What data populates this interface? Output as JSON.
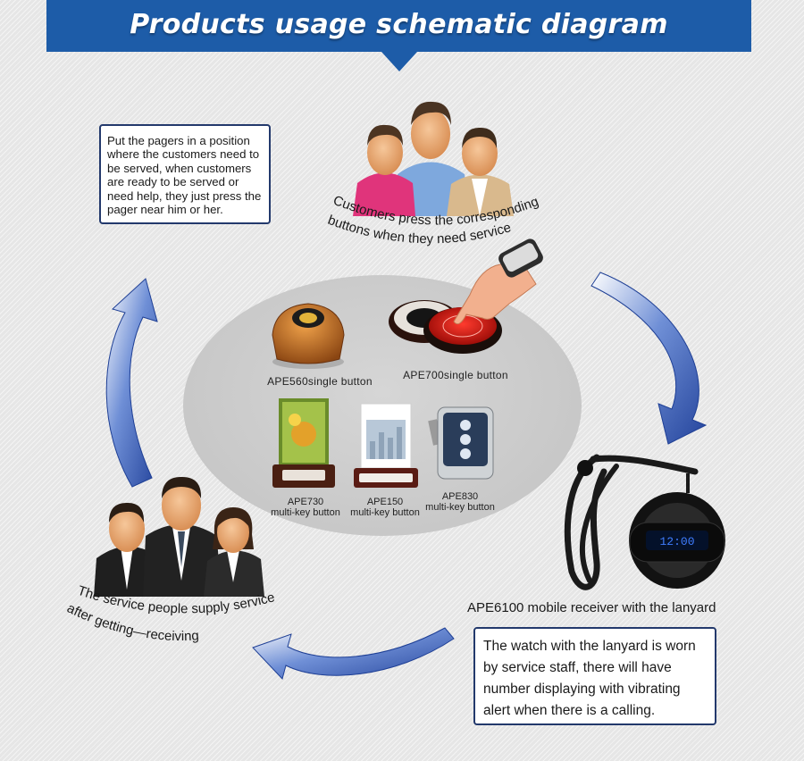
{
  "banner": {
    "title": "Products usage schematic diagram"
  },
  "notes": {
    "top_left": "Put the pagers in a position where the customers need to be served, when customers are ready to be served or need help, they just press the pager near him or her.",
    "bottom_right": "The watch with the lanyard is worn by service staff, there will have number displaying with vibrating alert when there is a calling."
  },
  "customers_caption": {
    "line1": "Customers press the corresponding",
    "line2": "buttons when they need service"
  },
  "staff_caption": {
    "line1": "The service people supply service",
    "line2": "after  getting—receiving"
  },
  "products": [
    {
      "label": "APE560single button"
    },
    {
      "label": "APE700single button"
    },
    {
      "label_line1": "APE730",
      "label_line2": "multi-key button"
    },
    {
      "label_line1": "APE150",
      "label_line2": "multi-key button"
    },
    {
      "label_line1": "APE830",
      "label_line2": "multi-key button"
    }
  ],
  "receiver": {
    "caption": "APE6100 mobile receiver with the lanyard",
    "display_time": "12:00"
  },
  "colors": {
    "banner": "#1d5ca8",
    "note_border": "#23396c",
    "arrow": "#2f55b0"
  }
}
